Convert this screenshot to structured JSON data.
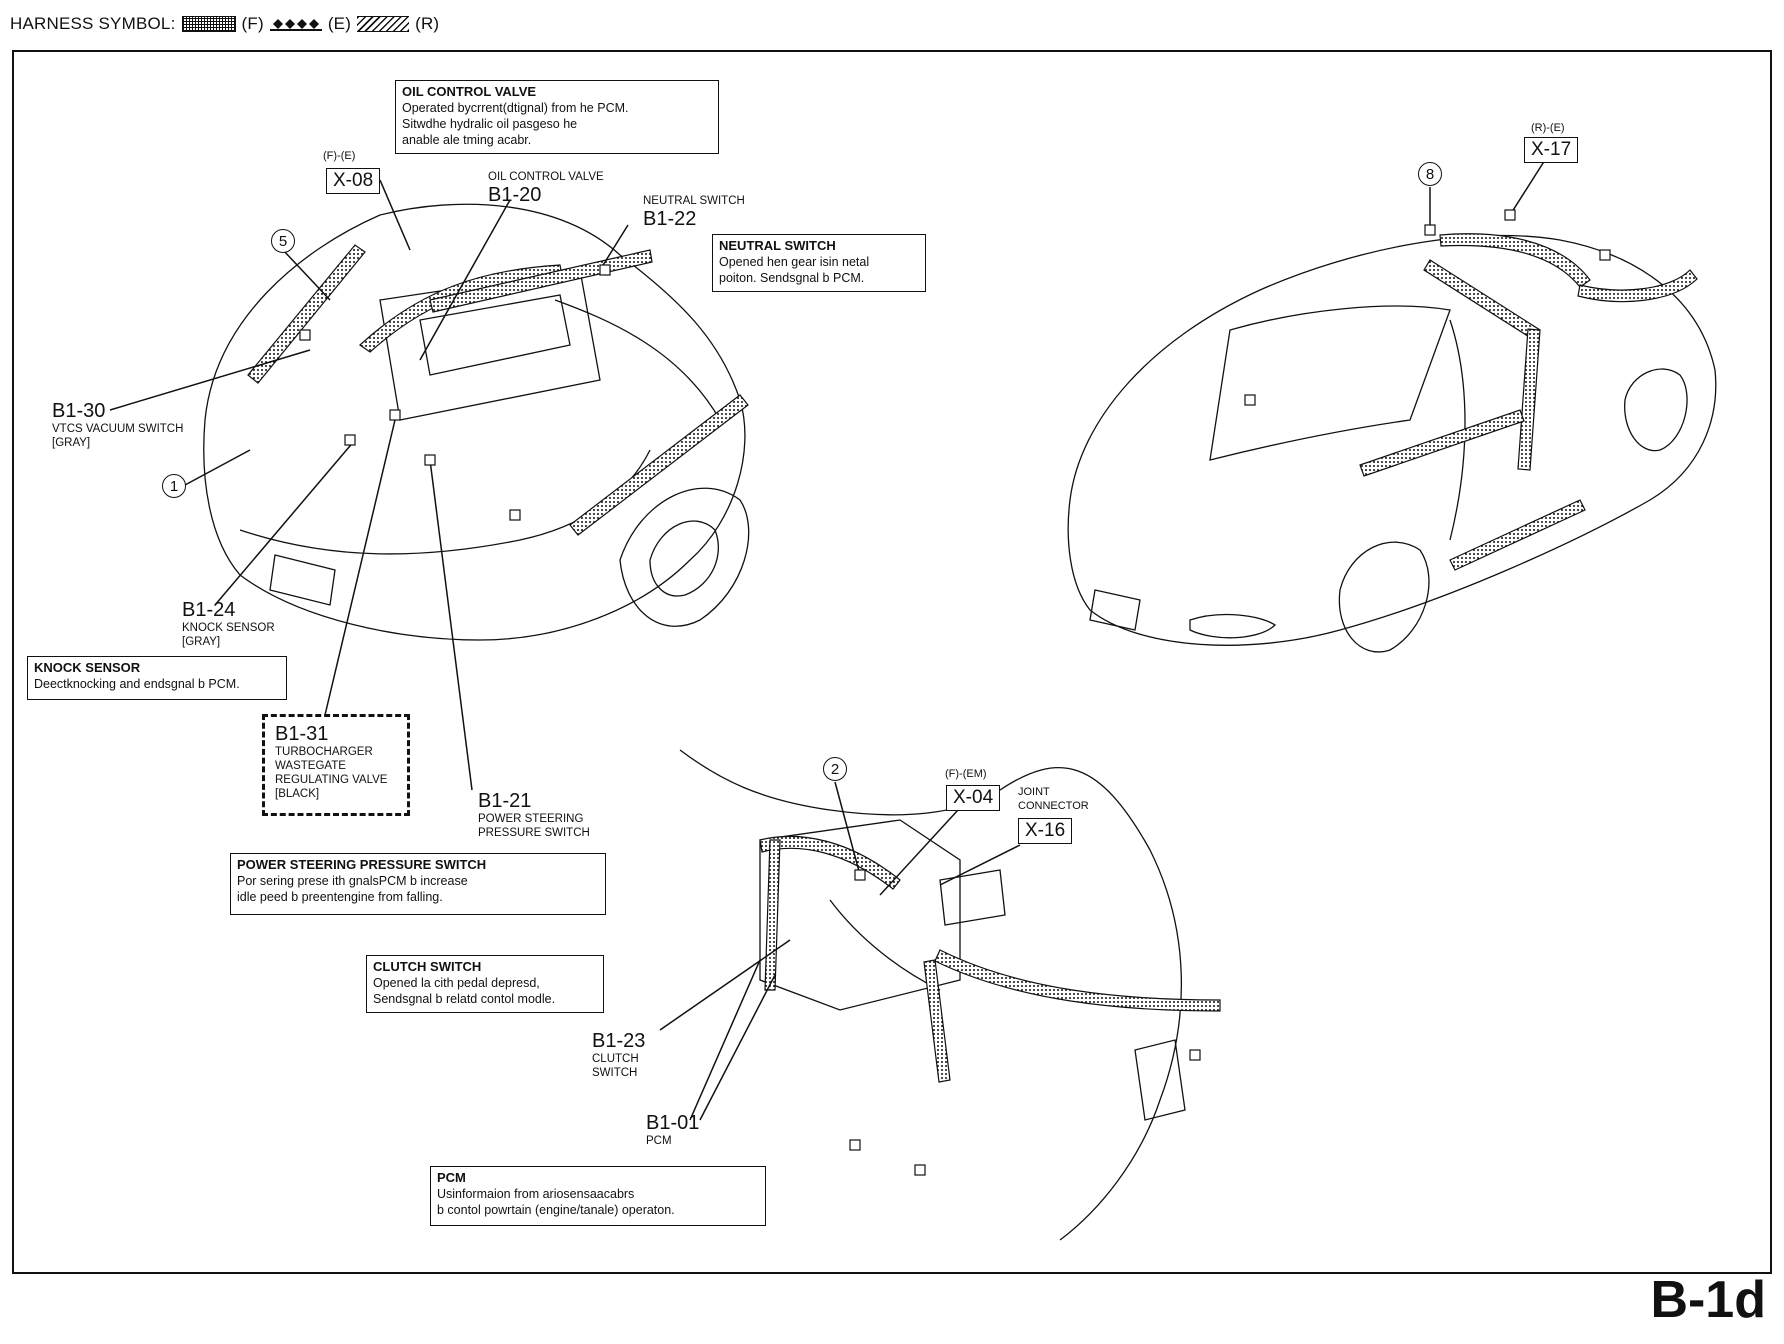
{
  "header": {
    "prefix": "HARNESS SYMBOL:",
    "sym_f": "(F)",
    "sym_e": "(E)",
    "sym_r": "(R)"
  },
  "page_id": "B-1d",
  "descriptions": {
    "oil_control_valve": {
      "title": "OIL CONTROL VALVE",
      "lines": [
        "Operated bycrrent(dtignal) from he PCM.",
        "Sitwdhe hydralic oil pasgeso he",
        "anable ale tming acabr."
      ]
    },
    "neutral_switch": {
      "title": "NEUTRAL SWITCH",
      "lines": [
        "Opened hen gear isin netal",
        "poiton. Sendsgnal b PCM."
      ]
    },
    "knock_sensor": {
      "title": "KNOCK SENSOR",
      "lines": [
        "Deectknocking and endsgnal b PCM."
      ]
    },
    "power_steering": {
      "title": "POWER STEERING PRESSURE SWITCH",
      "lines": [
        "Por sering prese ith gnalsPCM b increase",
        "idle peed b preentengine from falling."
      ]
    },
    "clutch_switch": {
      "title": "CLUTCH SWITCH",
      "lines": [
        "Opened la cith pedal depresd,",
        "Sendsgnal b relatd contol modle."
      ]
    },
    "pcm": {
      "title": "PCM",
      "lines": [
        "Usinformaion from ariosensaacabrs",
        "b contol powrtain (engine/tanale) operaton."
      ]
    }
  },
  "connectors": {
    "x08": {
      "code": "X-08",
      "note": "(F)-(E)"
    },
    "x17": {
      "code": "X-17",
      "note": "(R)-(E)"
    },
    "x04": {
      "code": "X-04",
      "note": "(F)-(EM)"
    },
    "x16": {
      "code": "X-16",
      "note_lines": [
        "JOINT",
        "CONNECTOR"
      ]
    }
  },
  "callouts": {
    "b120": {
      "code": "B1-20",
      "sub": [
        "OIL CONTROL VALVE"
      ]
    },
    "b122": {
      "code": "B1-22",
      "sub": [
        "NEUTRAL SWITCH"
      ]
    },
    "b130": {
      "code": "B1-30",
      "sub": [
        "VTCS VACUUM SWITCH",
        "[GRAY]"
      ]
    },
    "b124": {
      "code": "B1-24",
      "sub": [
        "KNOCK SENSOR",
        "[GRAY]"
      ]
    },
    "b131": {
      "code": "B1-31",
      "sub": [
        "TURBOCHARGER",
        "WASTEGATE",
        "REGULATING VALVE",
        "[BLACK]"
      ]
    },
    "b121": {
      "code": "B1-21",
      "sub": [
        "POWER STEERING",
        "PRESSURE SWITCH"
      ]
    },
    "b123": {
      "code": "B1-23",
      "sub": [
        "CLUTCH",
        "SWITCH"
      ]
    },
    "b101": {
      "code": "B1-01",
      "sub": [
        "PCM"
      ]
    }
  },
  "circled_numbers": {
    "n5": "5",
    "n1": "1",
    "n8": "8",
    "n2": "2"
  },
  "icons": [
    "harness-front-symbol",
    "harness-engine-symbol",
    "harness-rear-symbol"
  ]
}
